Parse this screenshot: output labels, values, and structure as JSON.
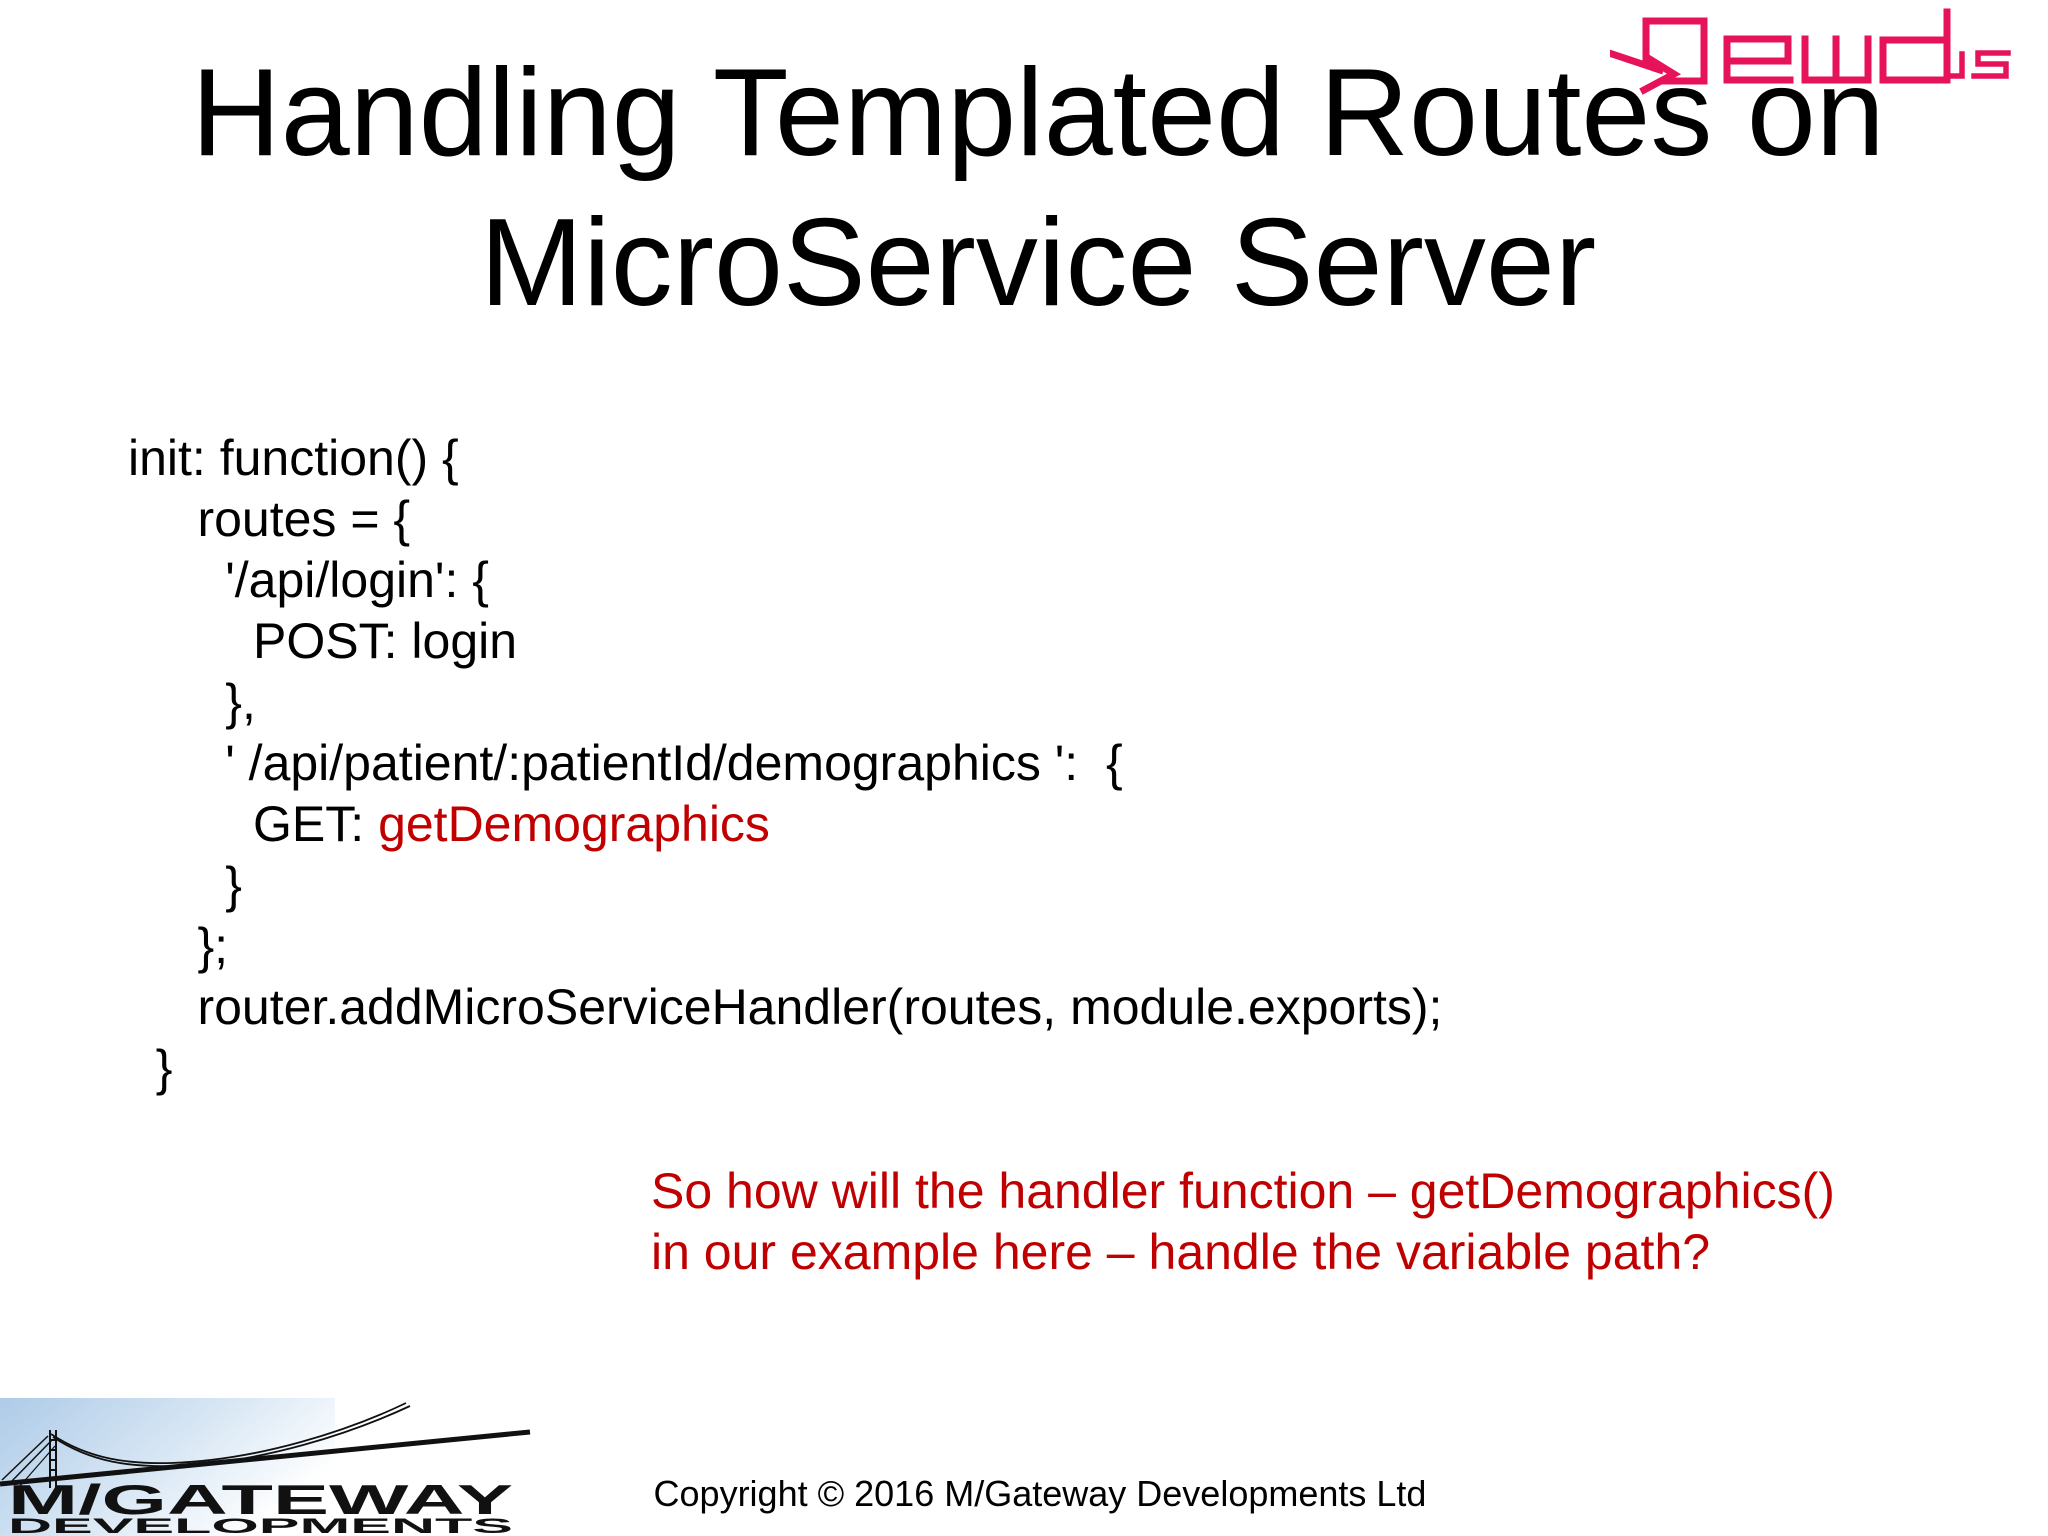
{
  "slide": {
    "title": {
      "line1": "Handling Templated Routes on",
      "line2": "MicroService Server"
    },
    "code_lines": [
      {
        "seg": [
          {
            "t": "init: function() {",
            "c": "k"
          }
        ]
      },
      {
        "seg": [
          {
            "t": "     routes = {",
            "c": "k"
          }
        ]
      },
      {
        "seg": [
          {
            "t": "       '/api/login': {",
            "c": "k"
          }
        ]
      },
      {
        "seg": [
          {
            "t": "         POST: login",
            "c": "k"
          }
        ]
      },
      {
        "seg": [
          {
            "t": "       },",
            "c": "k"
          }
        ]
      },
      {
        "seg": [
          {
            "t": "       ' /api/patient/:patientId/demographics ':  {",
            "c": "k"
          }
        ]
      },
      {
        "seg": [
          {
            "t": "         GET: ",
            "c": "k"
          },
          {
            "t": "getDemographics",
            "c": "r"
          }
        ]
      },
      {
        "seg": [
          {
            "t": "       }",
            "c": "k"
          }
        ]
      },
      {
        "seg": [
          {
            "t": "     };",
            "c": "k"
          }
        ]
      },
      {
        "seg": [
          {
            "t": "     router.addMicroServiceHandler(routes, module.exports);",
            "c": "k"
          }
        ]
      },
      {
        "seg": [
          {
            "t": "  }",
            "c": "k"
          }
        ]
      }
    ],
    "note": {
      "line1": "So how will the handler function – getDemographics()",
      "line2": "in our example here – handle the variable path?"
    },
    "footer": {
      "copyright": "Copyright © 2016 M/Gateway Developments Ltd"
    },
    "logos": {
      "qewd": {
        "wordmark": "Qewd",
        "suffix": "Js",
        "color": "#e6125a"
      },
      "mgateway": {
        "line1": "M/GATEWAY",
        "line2": "DEVELOPMENTS",
        "bridge_blue": "#aecbe8"
      }
    },
    "colors": {
      "code_red": "#c00000",
      "text_black": "#000000"
    }
  }
}
